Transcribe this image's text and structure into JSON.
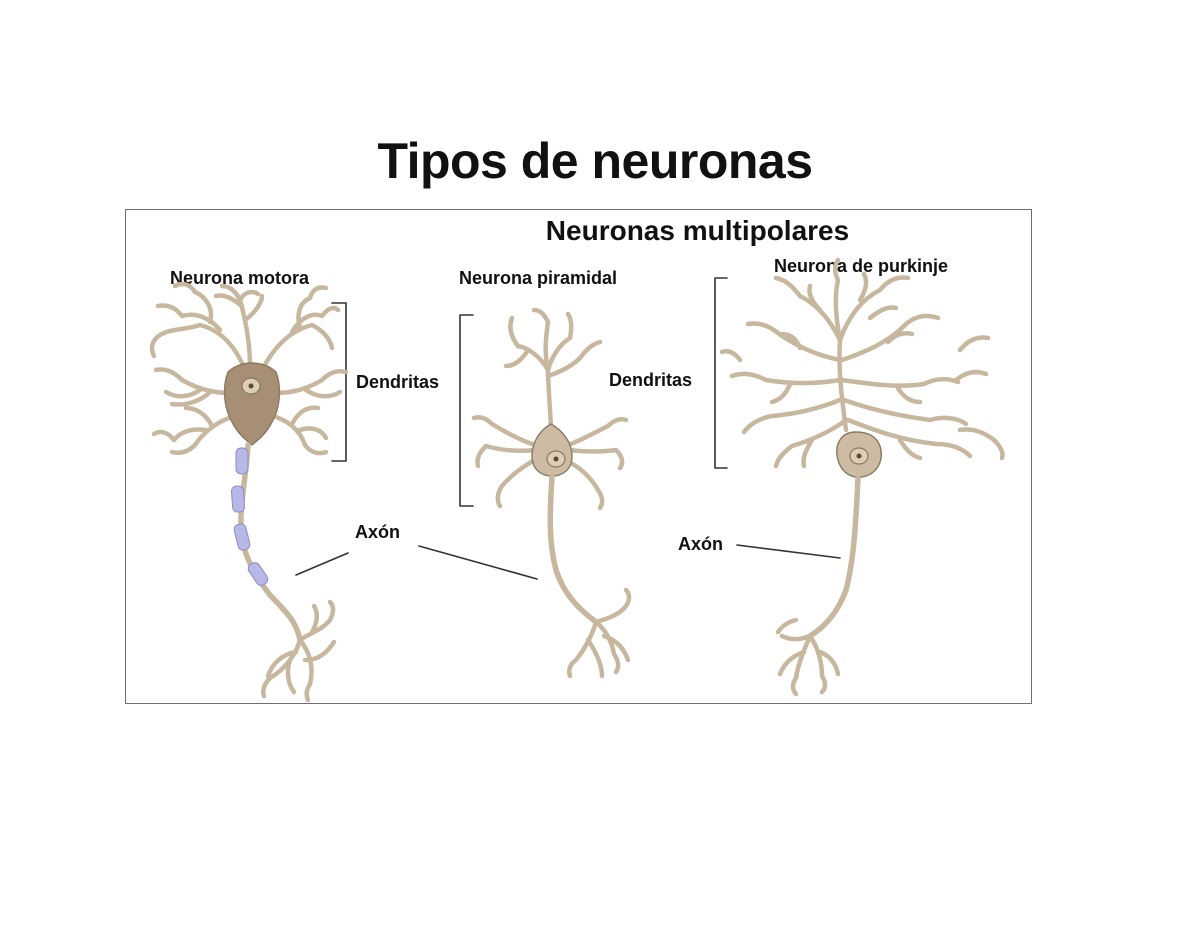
{
  "page": {
    "title": "Tipos de neuronas"
  },
  "figure": {
    "heading": "Neuronas multipolares",
    "neurons": [
      {
        "name": "Neurona motora"
      },
      {
        "name": "Neurona piramidal"
      },
      {
        "name": "Neurona de purkinje"
      }
    ],
    "labels": {
      "dendrites": "Dendritas",
      "axon": "Axón"
    },
    "colors": {
      "neuron_fill": "#c8b79f",
      "neuron_stroke": "#8a7860",
      "myelin": "#b8b8e6",
      "nucleus": "#d9c9ae"
    }
  }
}
